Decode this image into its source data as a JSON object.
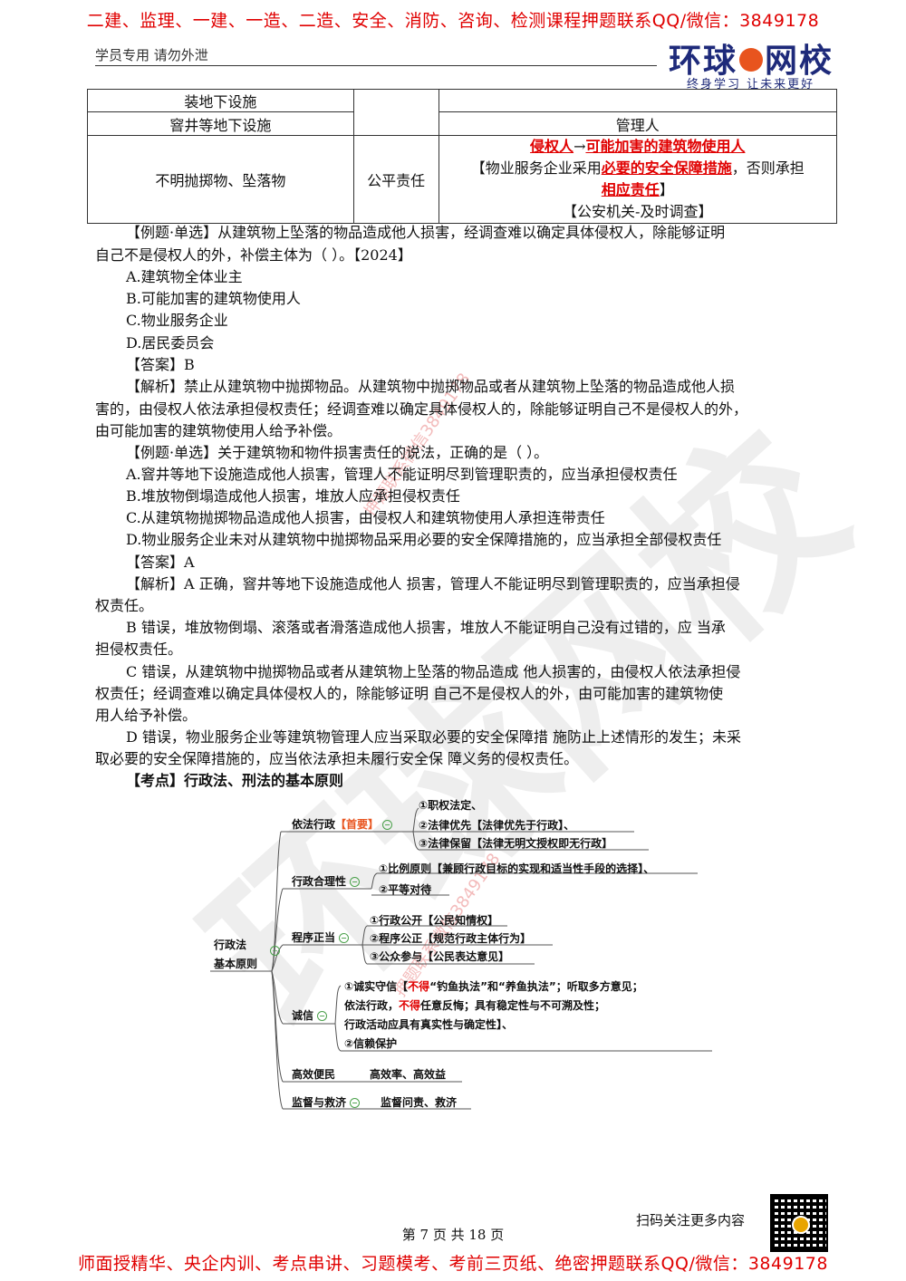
{
  "top_banner": "二建、监理、一建、一造、二造、安全、消防、咨询、检测课程押题联系QQ/微信：3849178",
  "bottom_banner": "师面授精华、央企内训、考点串讲、习题模考、考前三页纸、绝密押题联系QQ/微信：3849178",
  "header": {
    "student_note": "学员专用 请勿外泄",
    "logo_left": "环球",
    "logo_right": "网校",
    "slogan": "终身学习 让未来更好"
  },
  "table": {
    "row1": {
      "c1": "装地下设施"
    },
    "row2": {
      "c1": "窨井等地下设施",
      "c3": "管理人"
    },
    "row3": {
      "c1": "不明抛掷物、坠落物",
      "c2": "公平责任",
      "l1a": "侵权人",
      "arrow": "→",
      "l1b": "可能加害的建筑物使用人",
      "l2a": "【物业服务企业采用",
      "l2b": "必要的安全保障措施",
      "l2c": "，否则承担",
      "l3": "相应责任",
      "l3b": "】",
      "l4": "【公安机关-及时调查】"
    }
  },
  "body": {
    "q1_l1": "【例题·单选】从建筑物上坠落的物品造成他人损害，经调查难以确定具体侵权人，除能够证明",
    "q1_l2": "自己不是侵权人的外，补偿主体为（     ）。【2024】",
    "q1_a": "A.建筑物全体业主",
    "q1_b": "B.可能加害的建筑物使用人",
    "q1_c": "C.物业服务企业",
    "q1_d": "D.居民委员会",
    "q1_ans": "【答案】B",
    "q1_ex1": "【解析】禁止从建筑物中抛掷物品。从建筑物中抛掷物品或者从建筑物上坠落的物品造成他人损",
    "q1_ex2": "害的，由侵权人依法承担侵权责任；经调查难以确定具体侵权人的，除能够证明自己不是侵权人的外，",
    "q1_ex3": "由可能加害的建筑物使用人给予补偿。",
    "q2_l1": "【例题·单选】关于建筑物和物件损害责任的说法，正确的是（  ）。",
    "q2_a": "A.窨井等地下设施造成他人损害，管理人不能证明尽到管理职责的，应当承担侵权责任",
    "q2_b": "B.堆放物倒塌造成他人损害，堆放人应承担侵权责任",
    "q2_c": "C.从建筑物抛掷物品造成他人损害，由侵权人和建筑物使用人承担连带责任",
    "q2_d": "D.物业服务企业未对从建筑物中抛掷物品采用必要的安全保障措施的，应当承担全部侵权责任",
    "q2_ans": "【答案】A",
    "q2_ex1": "【解析】A 正确，窨井等地下设施造成他人  损害，管理人不能证明尽到管理职责的，应当承担侵",
    "q2_ex2": "权责任。",
    "q2_b1": "B 错误，堆放物倒塌、滚落或者滑落造成他人损害，堆放人不能证明自己没有过错的，应   当承",
    "q2_b2": "担侵权责任。",
    "q2_c1": "C 错误，从建筑物中抛掷物品或者从建筑物上坠落的物品造成  他人损害的，由侵权人依法承担侵",
    "q2_c2": "权责任；经调查难以确定具体侵权人的，除能够证明  自己不是侵权人的外，由可能加害的建筑物使",
    "q2_c3": "用人给予补偿。",
    "q2_d1": "D 错误，物业服务企业等建筑物管理人应当采取必要的安全保障措  施防止上述情形的发生；未采",
    "q2_d2": "取必要的安全保障措施的，应当依法承担未履行安全保  障义务的侵权责任。",
    "kp": "【考点】行政法、刑法的基本原则"
  },
  "mindmap": {
    "root1": "行政法",
    "root2": "基本原则",
    "b1": "依法行政",
    "b1_tag": "【首要】",
    "b1_i1": "①职权法定、",
    "b1_i2": "②法律优先【法律优先于行政】、",
    "b1_i3": "③法律保留【法律无明文授权即无行政】",
    "b2": "行政合理性",
    "b2_i1": "①比例原则【兼顾行政目标的实现和适当性手段的选择】、",
    "b2_i2": "②平等对待",
    "b3": "程序正当",
    "b3_i1": "①行政公开【公民知情权】",
    "b3_i2": "②程序公正【规范行政主体行为】",
    "b3_i3": "③公众参与【公民表达意见】",
    "b4": "诚信",
    "b4_i1a": "①诚实守信【",
    "b4_i1b": "不得",
    "b4_i1c": "“钓鱼执法”和“养鱼执法”；听取多方意见；",
    "b4_i2a": "依法行政，",
    "b4_i2b": "不得",
    "b4_i2c": "任意反悔；具有稳定性与不可溯及性；",
    "b4_i3": "行政活动应具有真实性与确定性】、",
    "b4_i4": "②信赖保护",
    "b5": "高效便民",
    "b5_i": "高效率、高效益",
    "b6": "监督与救济",
    "b6_i": "监督问责、救济"
  },
  "watermark": {
    "big": "环球网校",
    "small": "押题联系微信3849178"
  },
  "footer": {
    "page": "第 7 页 共 18 页",
    "scan": "扫码关注更多内容"
  }
}
